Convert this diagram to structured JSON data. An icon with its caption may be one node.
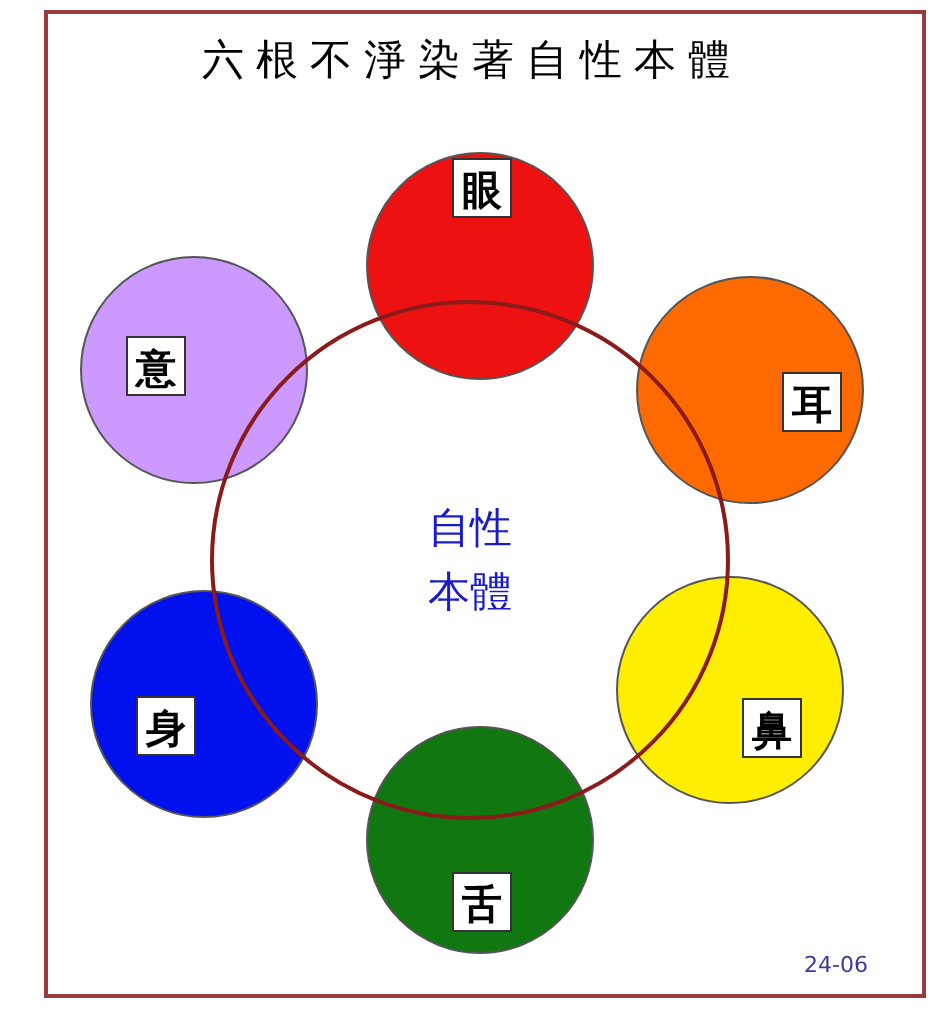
{
  "diagram": {
    "title": "六根不淨染著自性本體",
    "nodes": [
      {
        "text": [
          "自性本體"
        ]
      },
      {
        "text": [
          "眼"
        ]
      },
      {
        "text": [
          "耳"
        ]
      },
      {
        "text": [
          "鼻"
        ]
      },
      {
        "text": [
          "舌"
        ]
      },
      {
        "text": [
          "身"
        ]
      },
      {
        "text": [
          "意"
        ]
      }
    ],
    "edges": [],
    "labels": [
      "24-06"
    ]
  }
}
